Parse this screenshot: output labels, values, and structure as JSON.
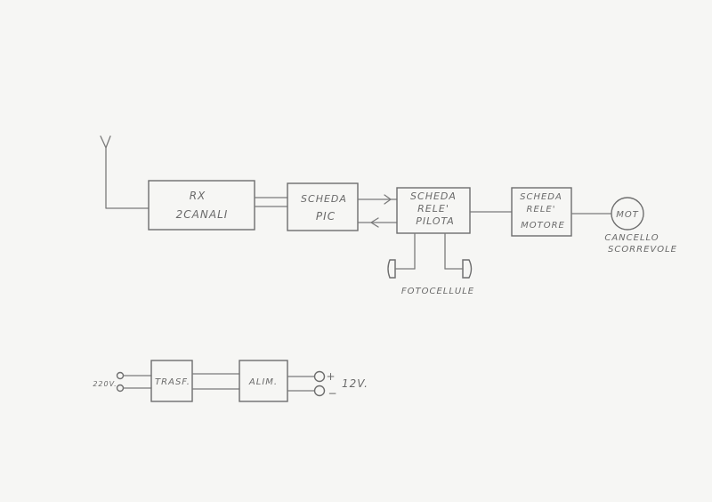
{
  "blocks": {
    "rx": {
      "line1": "RX",
      "line2": "2CANALI"
    },
    "pic": {
      "line1": "SCHEDA",
      "line2": "PIC"
    },
    "pilot": {
      "line1": "SCHEDA",
      "line2": "RELE'",
      "line3": "PILOTA"
    },
    "motor_board": {
      "line1": "SCHEDA",
      "line2": "RELE'",
      "line3": "MOTORE"
    },
    "motor": {
      "label": "MOT"
    },
    "trasf": {
      "label": "TRASF."
    },
    "alim": {
      "label": "ALIM."
    }
  },
  "labels": {
    "gate1": "CANCELLO",
    "gate2": "SCORREVOLE",
    "photocells": "FOTOCELLULE",
    "mains": "220V.",
    "plus": "+",
    "minus": "−",
    "output": "12V."
  },
  "icons": {
    "antenna": "antenna-icon",
    "photocell": "photocell-icon"
  },
  "colors": {
    "paper": "#f6f6f4",
    "pencil": "#6e6e6e"
  }
}
